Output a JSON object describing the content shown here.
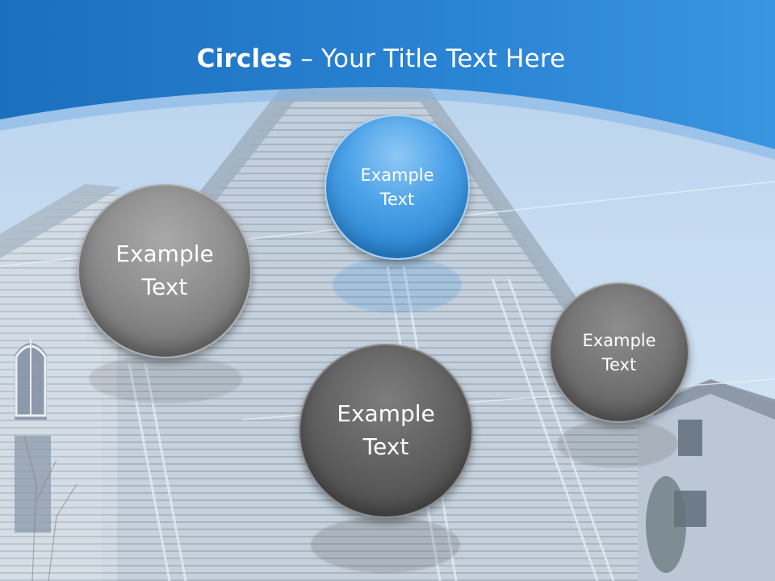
{
  "slide": {
    "title_bold": "Circles",
    "title_rest": " – Your Title Text Here"
  },
  "circles": [
    {
      "line1": "Example",
      "line2": "Text"
    },
    {
      "line1": "Example",
      "line2": "Text"
    },
    {
      "line1": "Example",
      "line2": "Text"
    },
    {
      "line1": "Example",
      "line2": "Text"
    }
  ],
  "colors": {
    "header_blue": "#1f78c8",
    "circle_blue": "#3a92dc",
    "circle_gray": "#8a8a8a",
    "circle_dark": "#5a5a5a"
  }
}
